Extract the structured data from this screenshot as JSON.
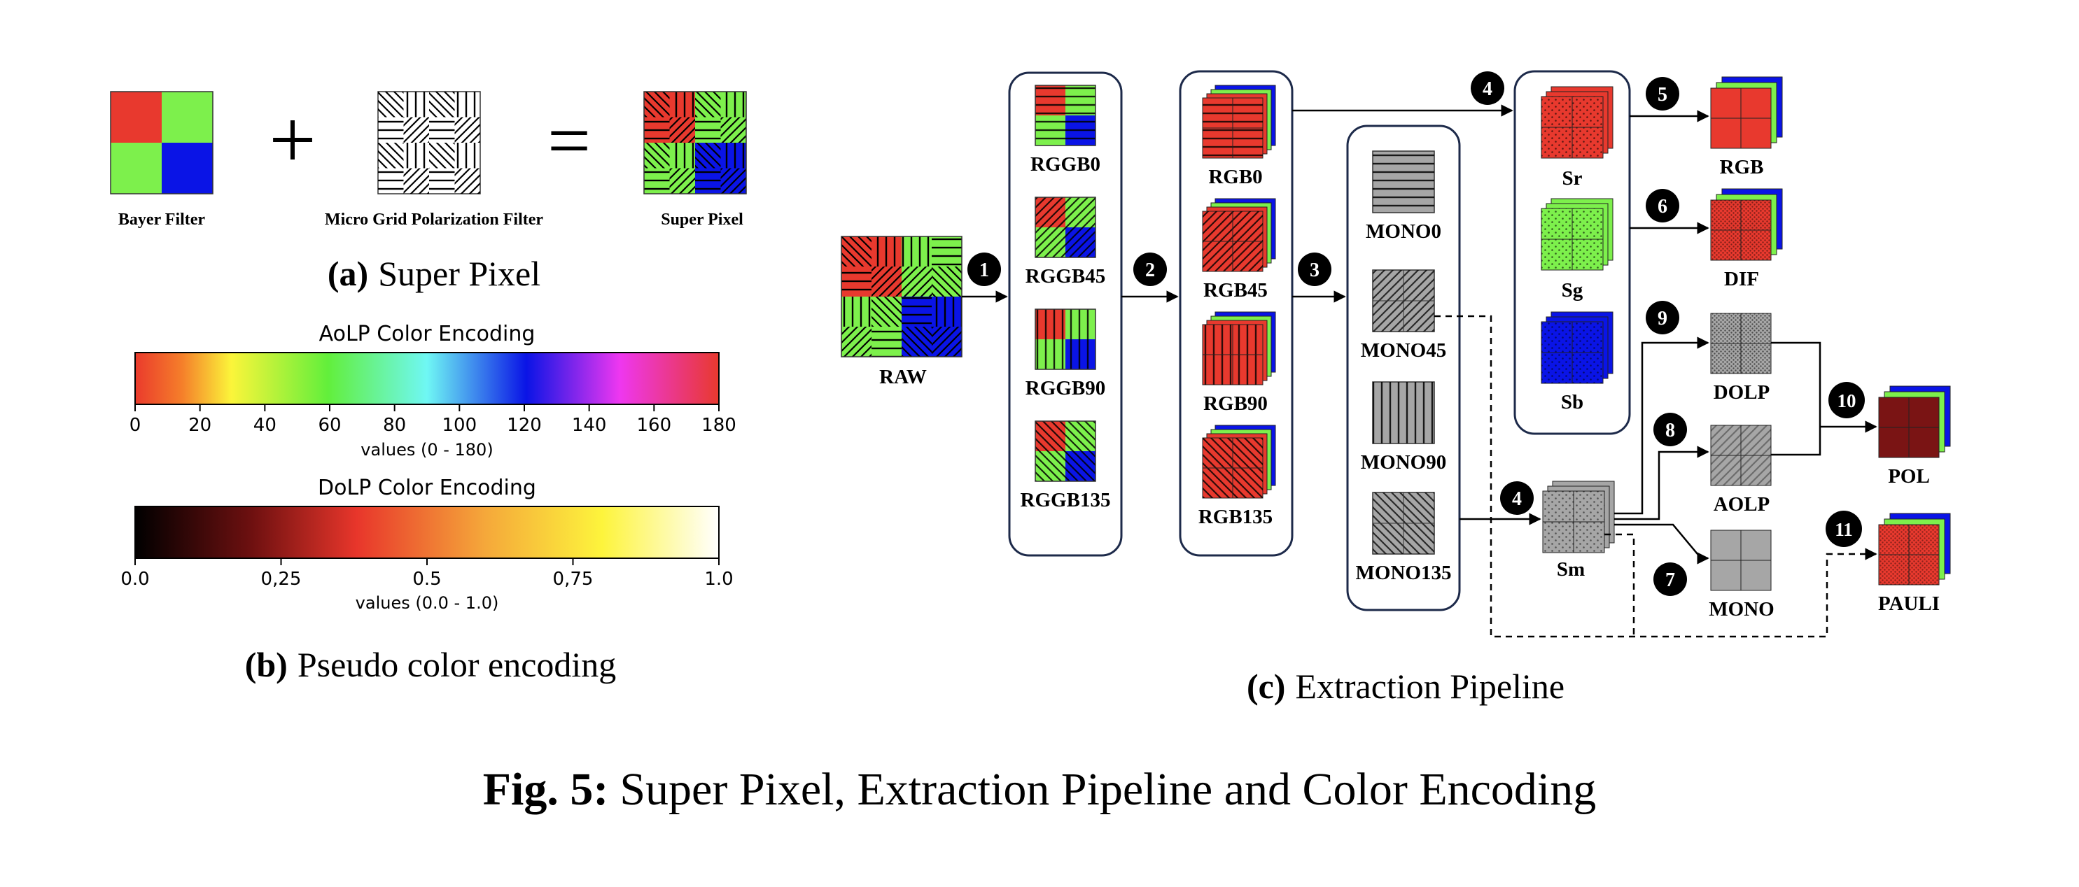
{
  "super_pixel": {
    "bayer_label": "Bayer Filter",
    "mgp_label": "Micro Grid Polarization Filter",
    "super_label": "Super Pixel",
    "plus": "+",
    "equals": "=",
    "caption_letter": "(a)",
    "caption_text": "Super Pixel"
  },
  "encoding": {
    "aolp": {
      "title": "AoLP Color Encoding",
      "ticks": [
        "0",
        "20",
        "40",
        "60",
        "80",
        "100",
        "120",
        "140",
        "160",
        "180"
      ],
      "range_label": "values (0 - 180)"
    },
    "dolp": {
      "title": "DoLP Color Encoding",
      "ticks": [
        "0.0",
        "0,25",
        "0.5",
        "0,75",
        "1.0"
      ],
      "range_label": "values (0.0 - 1.0)"
    },
    "caption_letter": "(b)",
    "caption_text": "Pseudo color encoding"
  },
  "pipeline": {
    "raw_label": "RAW",
    "rggb": [
      "RGGB0",
      "RGGB45",
      "RGGB90",
      "RGGB135"
    ],
    "rgb": [
      "RGB0",
      "RGB45",
      "RGB90",
      "RGB135"
    ],
    "mono": [
      "MONO0",
      "MONO45",
      "MONO90",
      "MONO135"
    ],
    "stokes": [
      "Sr",
      "Sg",
      "Sb"
    ],
    "sm_label": "Sm",
    "outputs": {
      "rgb": "RGB",
      "dif": "DIF",
      "dolp": "DOLP",
      "aolp": "AOLP",
      "mono": "MONO",
      "pol": "POL",
      "pauli": "PAULI"
    },
    "steps": {
      "s1": "1",
      "s2": "2",
      "s3": "3",
      "s4a": "4",
      "s4b": "4",
      "s5": "5",
      "s6": "6",
      "s7": "7",
      "s8": "8",
      "s9": "9",
      "s10": "10",
      "s11": "11"
    },
    "caption_letter": "(c)",
    "caption_text": "Extraction Pipeline"
  },
  "figure": {
    "label": "Fig. 5:",
    "text": "Super Pixel, Extraction Pipeline and Color Encoding"
  },
  "colors": {
    "red": "#e8392e",
    "green": "#7df04c",
    "blue": "#0a14e6",
    "darkred": "#7a1414",
    "gray": "#a6a6a6",
    "panel_border": "#1d2a4a"
  }
}
